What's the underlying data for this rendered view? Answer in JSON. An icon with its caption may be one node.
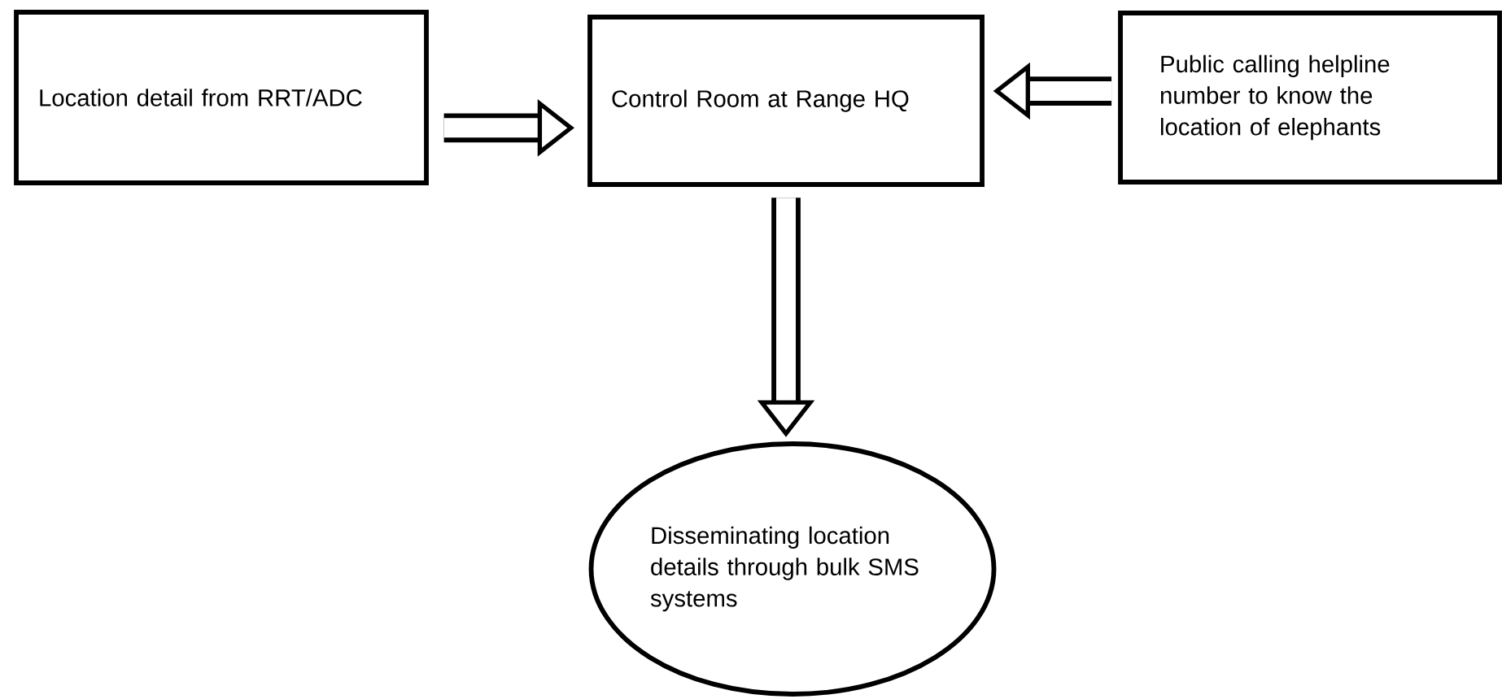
{
  "diagram": {
    "nodes": [
      {
        "text": [
          "Location detail from RRT/ADC"
        ]
      },
      {
        "text": [
          "Control Room at Range HQ"
        ]
      },
      {
        "text": [
          "Public calling helpline number to know the location of elephants"
        ]
      },
      {
        "text": [
          "Disseminating location details through bulk SMS systems"
        ]
      }
    ],
    "edges": [
      {
        "from": 0,
        "to": 1,
        "arrow": "to"
      },
      {
        "from": 2,
        "to": 1,
        "arrow": "to"
      },
      {
        "from": 1,
        "to": 3,
        "arrow": "to"
      }
    ]
  }
}
